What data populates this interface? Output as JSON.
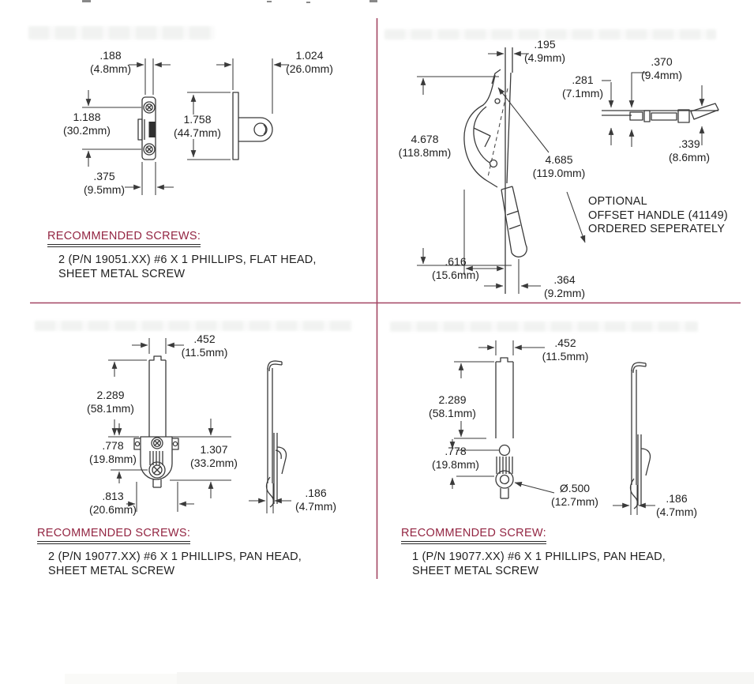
{
  "page": {
    "background": "#ffffff",
    "ink_color": "#3a3a3a",
    "heading_color": "#932542",
    "divider_color": "#a34563"
  },
  "quadrants": {
    "top_left": {
      "dims": [
        {
          "v": ".188",
          "m": "(4.8mm)"
        },
        {
          "v": "1.024",
          "m": "(26.0mm)"
        },
        {
          "v": "1.188",
          "m": "(30.2mm)"
        },
        {
          "v": "1.758",
          "m": "(44.7mm)"
        },
        {
          "v": ".375",
          "m": "(9.5mm)"
        }
      ],
      "screws": {
        "heading": "RECOMMENDED SCREWS:",
        "line1": "2 (P/N 19051.XX) #6 X 1 PHILLIPS, FLAT HEAD,",
        "line2": "SHEET METAL SCREW"
      }
    },
    "top_right": {
      "dims": [
        {
          "v": ".195",
          "m": "(4.9mm)"
        },
        {
          "v": ".370",
          "m": "(9.4mm)"
        },
        {
          "v": ".281",
          "m": "(7.1mm)"
        },
        {
          "v": "4.678",
          "m": "(118.8mm)"
        },
        {
          "v": "4.685",
          "m": "(119.0mm)"
        },
        {
          "v": ".339",
          "m": "(8.6mm)"
        },
        {
          "v": ".616",
          "m": "(15.6mm)"
        },
        {
          "v": ".364",
          "m": "(9.2mm)"
        }
      ],
      "note": {
        "line1": "OPTIONAL",
        "line2": "OFFSET HANDLE (41149)",
        "line3": "ORDERED SEPERATELY"
      }
    },
    "bottom_left": {
      "dims": [
        {
          "v": ".452",
          "m": "(11.5mm)"
        },
        {
          "v": "2.289",
          "m": "(58.1mm)"
        },
        {
          "v": ".778",
          "m": "(19.8mm)"
        },
        {
          "v": "1.307",
          "m": "(33.2mm)"
        },
        {
          "v": ".813",
          "m": "(20.6mm)"
        },
        {
          "v": ".186",
          "m": "(4.7mm)"
        }
      ],
      "screws": {
        "heading": "RECOMMENDED SCREWS:",
        "line1": "2 (P/N 19077.XX) #6 X 1 PHILLIPS, PAN HEAD,",
        "line2": "SHEET METAL SCREW"
      }
    },
    "bottom_right": {
      "dims": [
        {
          "v": ".452",
          "m": "(11.5mm)"
        },
        {
          "v": "2.289",
          "m": "(58.1mm)"
        },
        {
          "v": ".778",
          "m": "(19.8mm)"
        },
        {
          "v": "Ø.500",
          "m": "(12.7mm)"
        },
        {
          "v": ".186",
          "m": "(4.7mm)"
        }
      ],
      "screws": {
        "heading": "RECOMMENDED SCREW:",
        "line1": "1 (P/N 19077.XX) #6 X 1 PHILLIPS, PAN HEAD,",
        "line2": "SHEET METAL SCREW"
      }
    }
  }
}
